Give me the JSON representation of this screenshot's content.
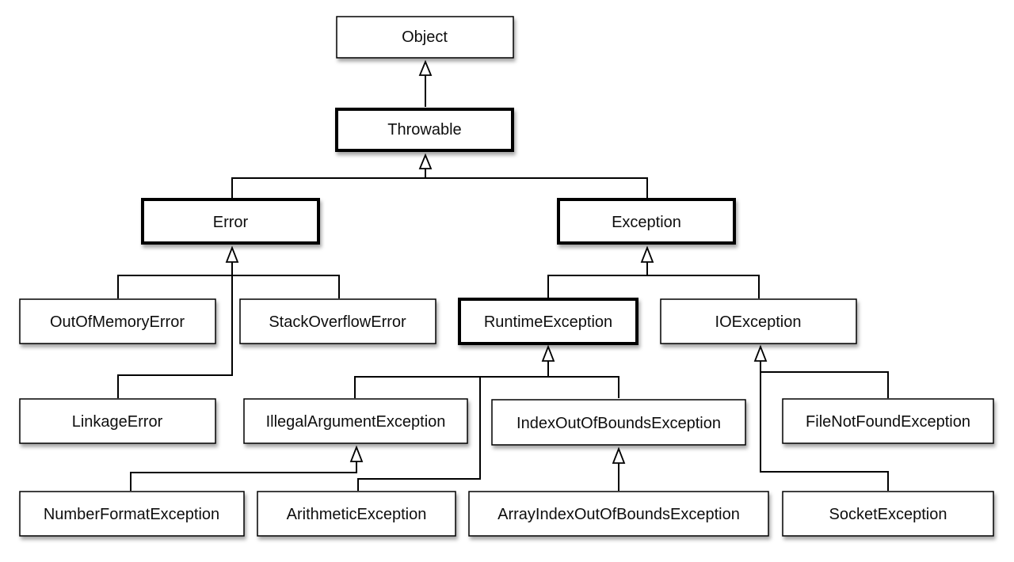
{
  "diagram": {
    "nodes": {
      "object": "Object",
      "throwable": "Throwable",
      "error": "Error",
      "exception": "Exception",
      "out_of_memory_error": "OutOfMemoryError",
      "stack_overflow_error": "StackOverflowError",
      "runtime_exception": "RuntimeException",
      "io_exception": "IOException",
      "linkage_error": "LinkageError",
      "illegal_argument_exception": "IllegalArgumentException",
      "index_out_of_bounds_exception": "IndexOutOfBoundsException",
      "file_not_found_exception": "FileNotFoundException",
      "number_format_exception": "NumberFormatException",
      "arithmetic_exception": "ArithmeticException",
      "array_index_out_of_bounds_exception": "ArrayIndexOutOfBoundsException",
      "socket_exception": "SocketException"
    },
    "colors": {
      "line": "#000000",
      "box_fill": "#ffffff",
      "text": "#111111"
    }
  }
}
